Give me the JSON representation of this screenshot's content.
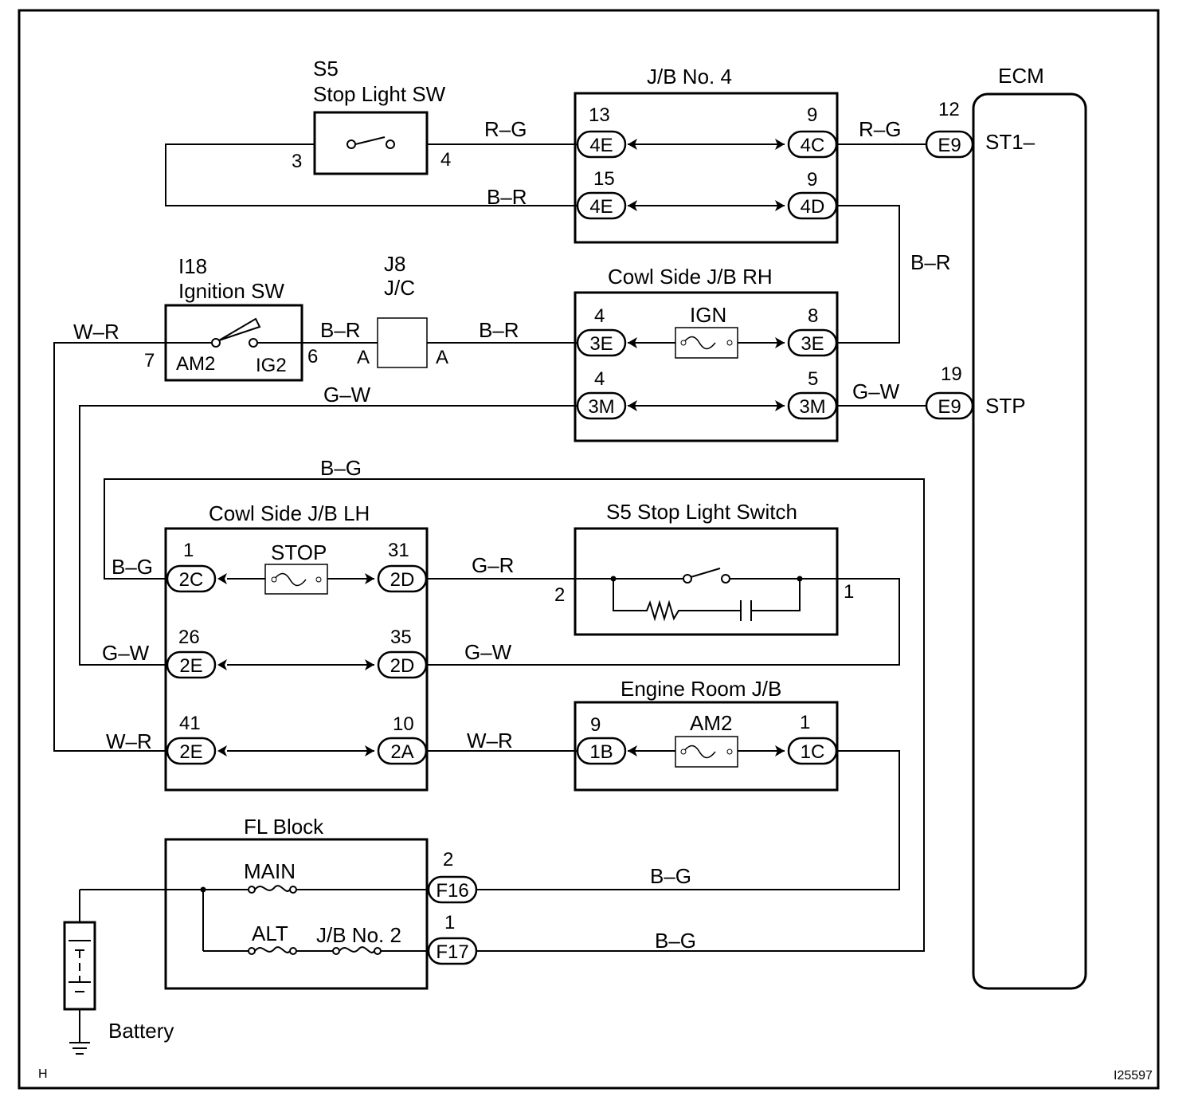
{
  "components": {
    "s5_top_id": "S5",
    "s5_top_name": "Stop Light SW",
    "jb4": "J/B No. 4",
    "ecm": "ECM",
    "i18_id": "I18",
    "i18_name": "Ignition SW",
    "j8_id": "J8",
    "j8_name": "J/C",
    "cowl_rh": "Cowl Side J/B RH",
    "cowl_lh": "Cowl Side J/B LH",
    "s5_switch": "S5 Stop Light Switch",
    "engine_room": "Engine Room J/B",
    "fl_block": "FL Block",
    "battery": "Battery"
  },
  "fuses": {
    "ign": "IGN",
    "stop": "STOP",
    "am2": "AM2",
    "main": "MAIN",
    "alt": "ALT",
    "jb2": "J/B No. 2"
  },
  "wires": {
    "rg1": "R–G",
    "rg2": "R–G",
    "br1": "B–R",
    "br2": "B–R",
    "br3": "B–R",
    "br4": "B–R",
    "wr1": "W–R",
    "wr2": "W–R",
    "wr3": "W–R",
    "gw1": "G–W",
    "gw2": "G–W",
    "gw3": "G–W",
    "gw4": "G–W",
    "bg1": "B–G",
    "bg2": "B–G",
    "bg3": "B–G",
    "bg4": "B–G",
    "gr1": "G–R"
  },
  "pins": {
    "s5_3": "3",
    "s5_4": "4",
    "jb4_13": "13",
    "jb4_15": "15",
    "jb4_9a": "9",
    "jb4_9b": "9",
    "ecm_12": "12",
    "ecm_19": "19",
    "ign_7": "7",
    "ign_6": "6",
    "ign_am2": "AM2",
    "ign_ig2": "IG2",
    "j8_a1": "A",
    "j8_a2": "A",
    "rh_4a": "4",
    "rh_8": "8",
    "rh_4b": "4",
    "rh_5": "5",
    "lh_1": "1",
    "lh_31": "31",
    "lh_26": "26",
    "lh_35": "35",
    "lh_41": "41",
    "lh_10": "10",
    "sw_2": "2",
    "sw_1": "1",
    "er_9": "9",
    "er_1": "1",
    "fl_2": "2",
    "fl_1": "1"
  },
  "connectors": {
    "c4e_1": "4E",
    "c4e_2": "4E",
    "c4c": "4C",
    "c4d": "4D",
    "e9_1": "E9",
    "e9_2": "E9",
    "c3e_1": "3E",
    "c3e_2": "3E",
    "c3m_1": "3M",
    "c3m_2": "3M",
    "c2c": "2C",
    "c2d_1": "2D",
    "c2e_1": "2E",
    "c2d_2": "2D",
    "c2e_2": "2E",
    "c2a": "2A",
    "c1b": "1B",
    "c1c": "1C",
    "f16": "F16",
    "f17": "F17"
  },
  "ecm_terminals": {
    "st1": "ST1–",
    "stp": "STP"
  },
  "footer": {
    "left": "H",
    "code": "I25597"
  }
}
